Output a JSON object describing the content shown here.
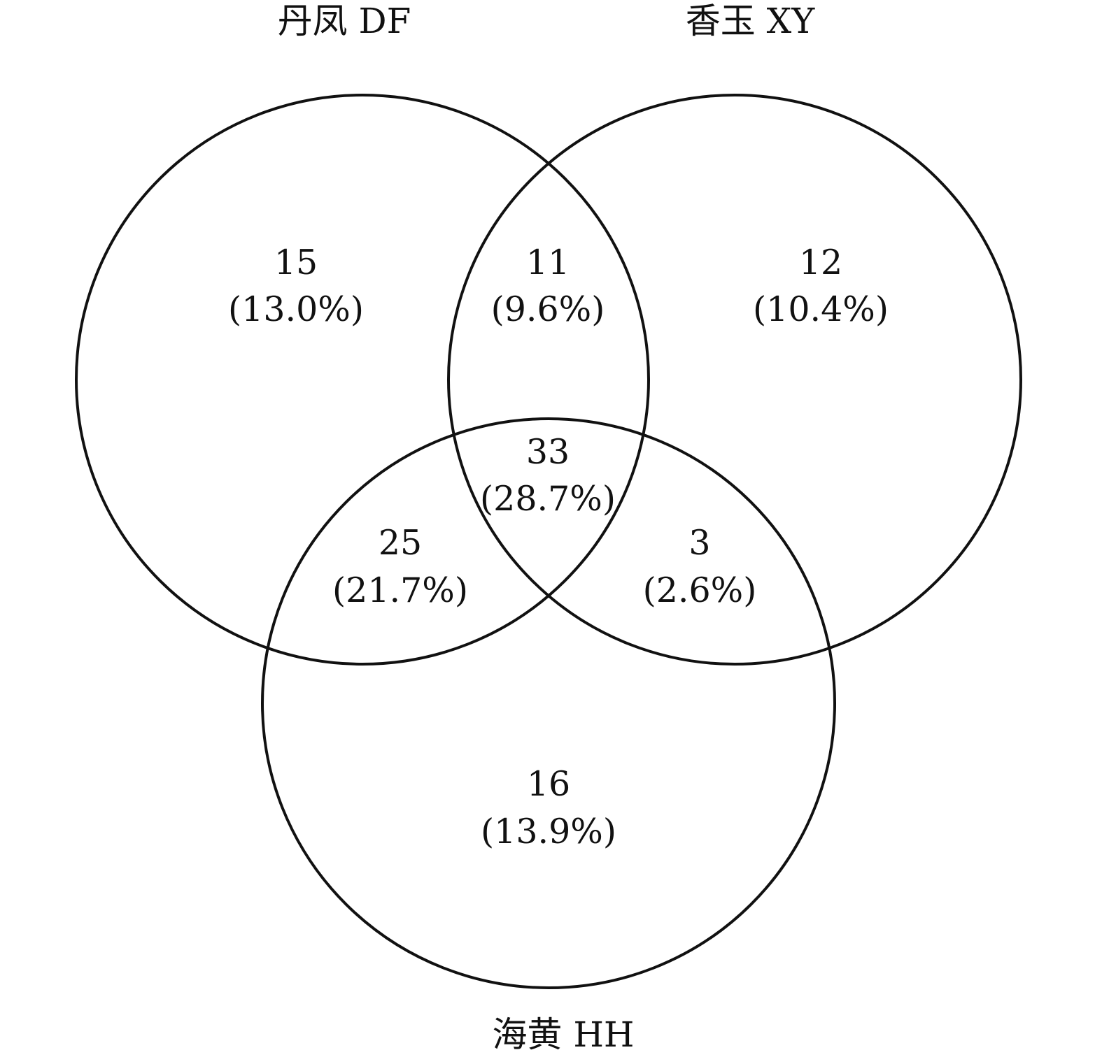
{
  "sets": [
    {
      "id": "DF",
      "label": "丹凤 DF"
    },
    {
      "id": "XY",
      "label": "香玉 XY"
    },
    {
      "id": "HH",
      "label": "海黄 HH"
    }
  ],
  "regions": {
    "df_only": {
      "count": "15",
      "percent": "(13.0%)"
    },
    "df_xy": {
      "count": "11",
      "percent": "(9.6%)"
    },
    "xy_only": {
      "count": "12",
      "percent": "(10.4%)"
    },
    "all": {
      "count": "33",
      "percent": "(28.7%)"
    },
    "df_hh": {
      "count": "25",
      "percent": "(21.7%)"
    },
    "xy_hh": {
      "count": "3",
      "percent": "(2.6%)"
    },
    "hh_only": {
      "count": "16",
      "percent": "(13.9%)"
    }
  }
}
